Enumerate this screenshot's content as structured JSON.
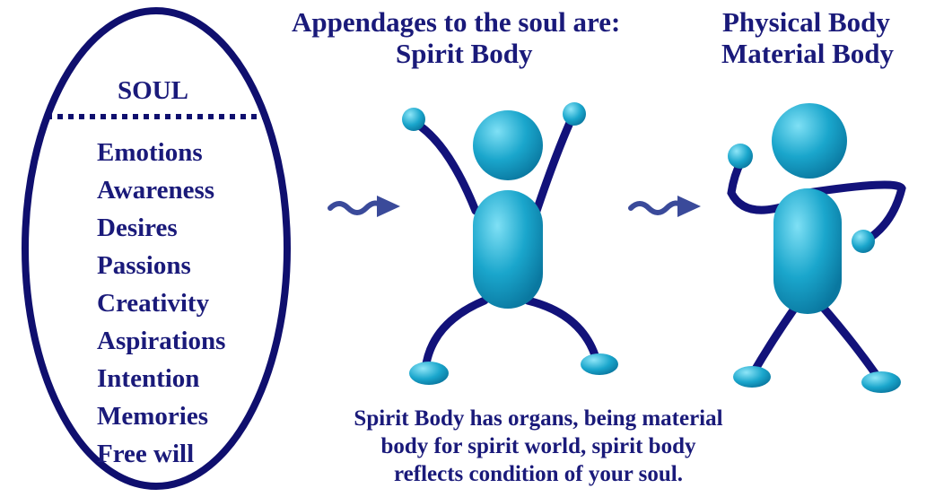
{
  "headings": {
    "appendages_line1": "Appendages to the soul are:",
    "appendages_line2": "Spirit Body",
    "physical_line1": "Physical Body",
    "physical_line2": "Material Body"
  },
  "soul": {
    "title": "SOUL",
    "items": [
      "Emotions",
      "Awareness",
      "Desires",
      "Passions",
      "Creativity",
      "Aspirations",
      "Intention",
      "Memories",
      "Free will"
    ]
  },
  "caption": {
    "line1": "Spirit Body has organs, being material",
    "line2": "body for spirit world, spirit body",
    "line3": "reflects condition of your soul."
  },
  "colors": {
    "text": "#1a1a7a",
    "ellipse_stroke": "#0f0f6e",
    "figure_body": "#1aa6cc",
    "figure_limbs": "#12127a",
    "arrow": "#3a4a9a"
  },
  "icons": [
    "squiggle-arrow-icon",
    "stick-figure-arms-raised",
    "stick-figure-posing"
  ]
}
